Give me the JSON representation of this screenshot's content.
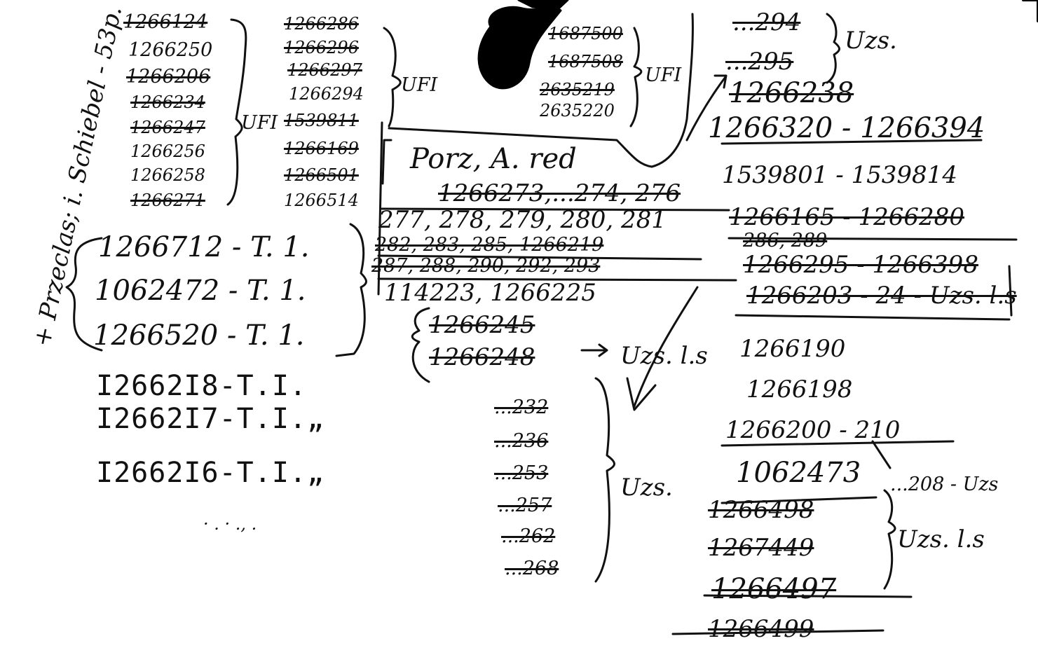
{
  "card": {
    "left_column": [
      "1266124",
      "1266250",
      "1266206",
      "1266234",
      "1266247",
      "1266256",
      "1266258",
      "1266271"
    ],
    "left_label": "UFI",
    "mid_column": [
      "1266286",
      "1266296",
      "1266297",
      "1266294",
      "1539811",
      "1266169",
      "1266501",
      "1266514"
    ],
    "mid_label": "UFI",
    "top_group": [
      "1687500",
      "1687508",
      "2635219",
      "2635220"
    ],
    "top_label": "UFI",
    "name": "Porz, A. red",
    "name_numbers": [
      "1266273,...274, 276",
      "277, 278, 279, 280, 281",
      "282, 283, 285, 1266219",
      "287, 288, 290, 292, 293",
      "114223, 1266225"
    ],
    "bracket_group": [
      "1266245",
      "1266248"
    ],
    "bracket_label": "Uzs. l.s",
    "tl_entries": [
      "1266712 - T. 1.",
      "1062472 - T. 1.",
      "1266520 - T. 1."
    ],
    "typed_entries": [
      "I2662I8-T.I.",
      "I2662I7-T.I.„",
      "I2662I6-T.I.„"
    ],
    "typed_dots": "· . · ., .",
    "right_top_small": [
      "...294",
      "...295"
    ],
    "right_top_label": "Uzs.",
    "right_column": [
      "1266238",
      "1266320 - 1266394",
      "1539801 - 1539814",
      "1266165 - 1266280",
      "286, 289",
      "1266295 - 1266398",
      "1266203 - 24 - Uzs. l.s"
    ],
    "right_lower": [
      "1266190",
      "1266198",
      "1266200 - 210",
      "1062473"
    ],
    "far_right_note": "...208 - Uzs",
    "right_bottom": [
      "1266498",
      "1267449",
      "1266497",
      "1266499"
    ],
    "right_bottom_label": "Uzs. l.s",
    "middle_small": [
      "...232",
      "...236",
      "...253",
      "...257",
      "...262",
      "...268"
    ],
    "middle_label": "Uzs.",
    "vertical_note": "+ Przeclas; i. Schiebel - 53p."
  }
}
